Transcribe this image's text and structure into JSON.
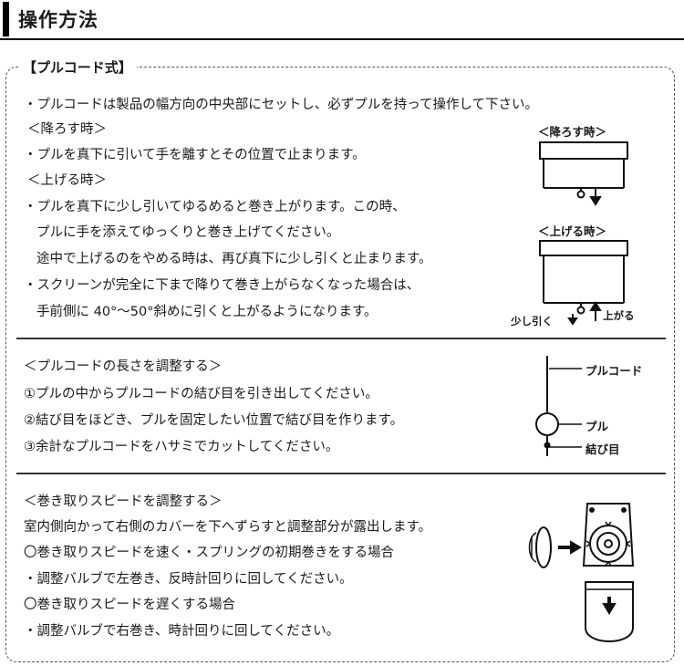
{
  "header": {
    "title": "操作方法"
  },
  "pullcord": {
    "legend": "【プルコード式】",
    "line_intro": "・プルコードは製品の幅方向の中央部にセットし、必ずプルを持って操作して下さい。",
    "lower_heading": "＜降ろす時＞",
    "lower_text": "・プルを真下に引いて手を離すとその位置で止まります。",
    "raise_heading": "＜上げる時＞",
    "raise_text_1": "・プルを真下に少し引いてゆるめると巻き上がります。この時、",
    "raise_text_2": "プルに手を添えてゆっくりと巻き上げてください。",
    "raise_text_3": "途中で上げるのをやめる時は、再び真下に少し引くと止まります。",
    "screen_text_1": "・スクリーンが完全に下まで降りて巻き上がらなくなった場合は、",
    "screen_text_2": "手前側に 40°〜50°斜めに引くと上がるようになります。",
    "fig_lower_label": "＜降ろす時＞",
    "fig_raise_label": "＜上げる時＞",
    "fig_pull_slightly": "少し引く",
    "fig_raise": "上がる"
  },
  "cord_length": {
    "heading": "＜プルコードの長さを調整する＞",
    "step_1": "①プルの中からプルコードの結び目を引き出してください。",
    "step_2": "②結び目をほどき、プルを固定したい位置で結び目を作ります。",
    "step_3": "③余計なプルコードをハサミでカットしてください。",
    "fig_cord": "プルコード",
    "fig_pull": "プル",
    "fig_knot": "結び目"
  },
  "speed": {
    "heading": "＜巻き取りスピードを調整する＞",
    "intro": "室内側向かって右側のカバーを下へずらすと調整部分が露出します。",
    "fast_heading": "〇巻き取りスピードを速く・スプリングの初期巻きをする場合",
    "fast_text": "・調整バルブで左巻き、反時計回りに回してください。",
    "slow_heading": "〇巻き取りスピードを遅くする場合",
    "slow_text": "・調整バルブで右巻き、時計回りに回してください。"
  },
  "colors": {
    "ink": "#1a1a1a",
    "rule": "#000000",
    "dashed": "#555555"
  }
}
